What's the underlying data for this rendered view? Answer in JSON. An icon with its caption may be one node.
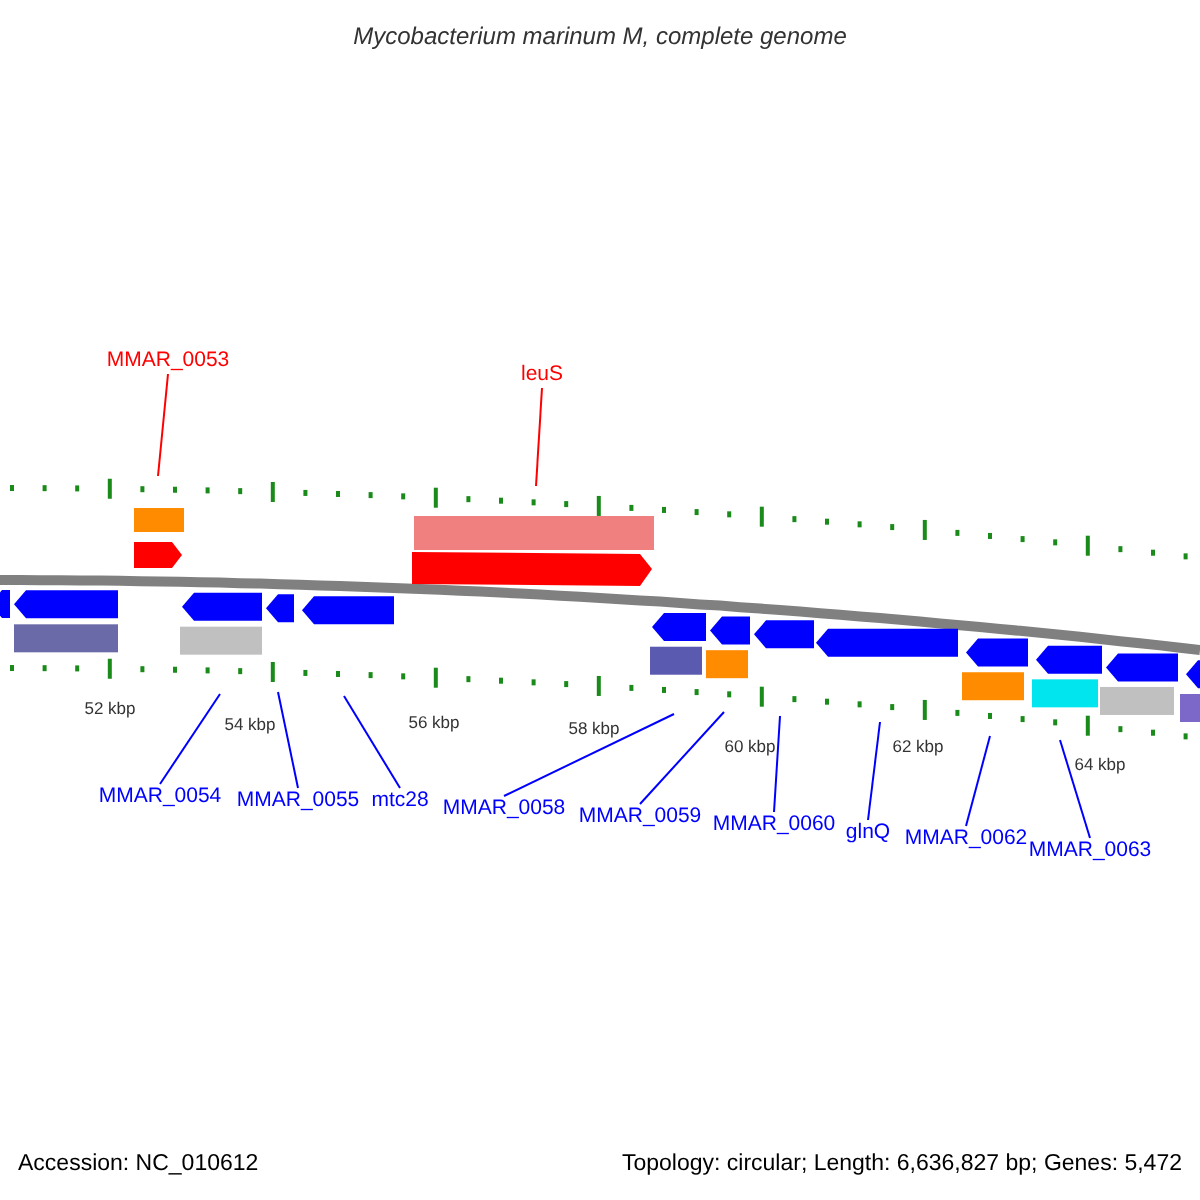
{
  "diagram": {
    "title": "Mycobacterium marinum M, complete genome",
    "nodes": [
      {
        "text": [
          "MMAR_0053"
        ]
      },
      {
        "text": [
          "leuS"
        ]
      },
      {
        "text": [
          "MMAR_0054"
        ]
      },
      {
        "text": [
          "MMAR_0055"
        ]
      },
      {
        "text": [
          "mtc28"
        ]
      },
      {
        "text": [
          "MMAR_0058"
        ]
      },
      {
        "text": [
          "MMAR_0059"
        ]
      },
      {
        "text": [
          "MMAR_0060"
        ]
      },
      {
        "text": [
          "glnQ"
        ]
      },
      {
        "text": [
          "MMAR_0062"
        ]
      },
      {
        "text": [
          "MMAR_0063"
        ]
      }
    ],
    "edges": [
      {
        "from": 0,
        "to": null,
        "arrow": "none",
        "color": "#ff0000"
      },
      {
        "from": 1,
        "to": null,
        "arrow": "none",
        "color": "#ff0000"
      },
      {
        "from": 2,
        "to": null,
        "arrow": "none"
      },
      {
        "from": 3,
        "to": null,
        "arrow": "none"
      },
      {
        "from": 4,
        "to": null,
        "arrow": "none"
      },
      {
        "from": 5,
        "to": null,
        "arrow": "none"
      },
      {
        "from": 6,
        "to": null,
        "arrow": "none"
      },
      {
        "from": 7,
        "to": null,
        "arrow": "none"
      },
      {
        "from": 8,
        "to": null,
        "arrow": "none"
      },
      {
        "from": 9,
        "to": null,
        "arrow": "none"
      },
      {
        "from": 10,
        "to": null,
        "arrow": "none"
      }
    ],
    "labels": [
      "52 kbp",
      "54 kbp",
      "56 kbp",
      "58 kbp",
      "60 kbp",
      "62 kbp",
      "64 kbp",
      "Accession: NC_010612",
      "Topology: circular; Length: 6,636,827 bp; Genes: 5,472"
    ]
  }
}
